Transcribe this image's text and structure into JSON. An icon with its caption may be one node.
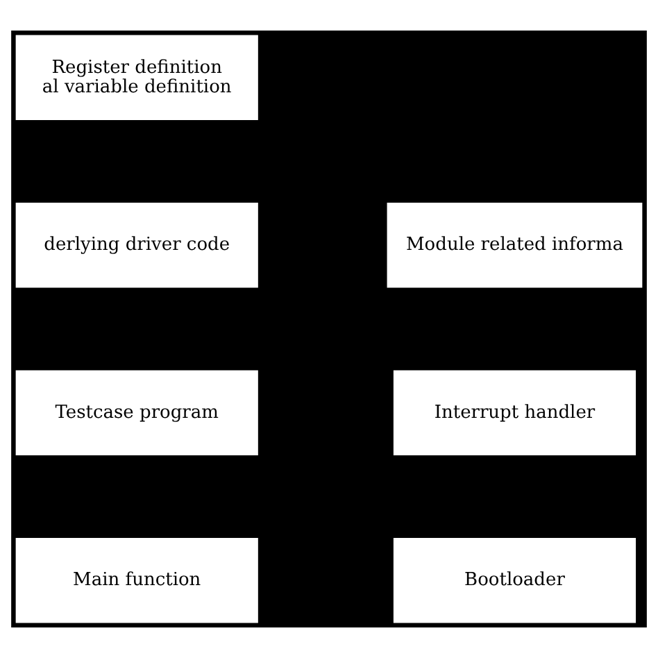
{
  "diagram": {
    "nodes": [
      {
        "text": [
          "Main function"
        ]
      },
      {
        "text": [
          "Bootloader"
        ]
      },
      {
        "text": [
          "Testcase program"
        ]
      },
      {
        "text": [
          "Interrupt handler"
        ]
      },
      {
        "text": [
          "derlying driver code"
        ]
      },
      {
        "text": [
          "Module related informa"
        ]
      },
      {
        "text": [
          "Register definition",
          "al variable definition"
        ]
      }
    ]
  }
}
